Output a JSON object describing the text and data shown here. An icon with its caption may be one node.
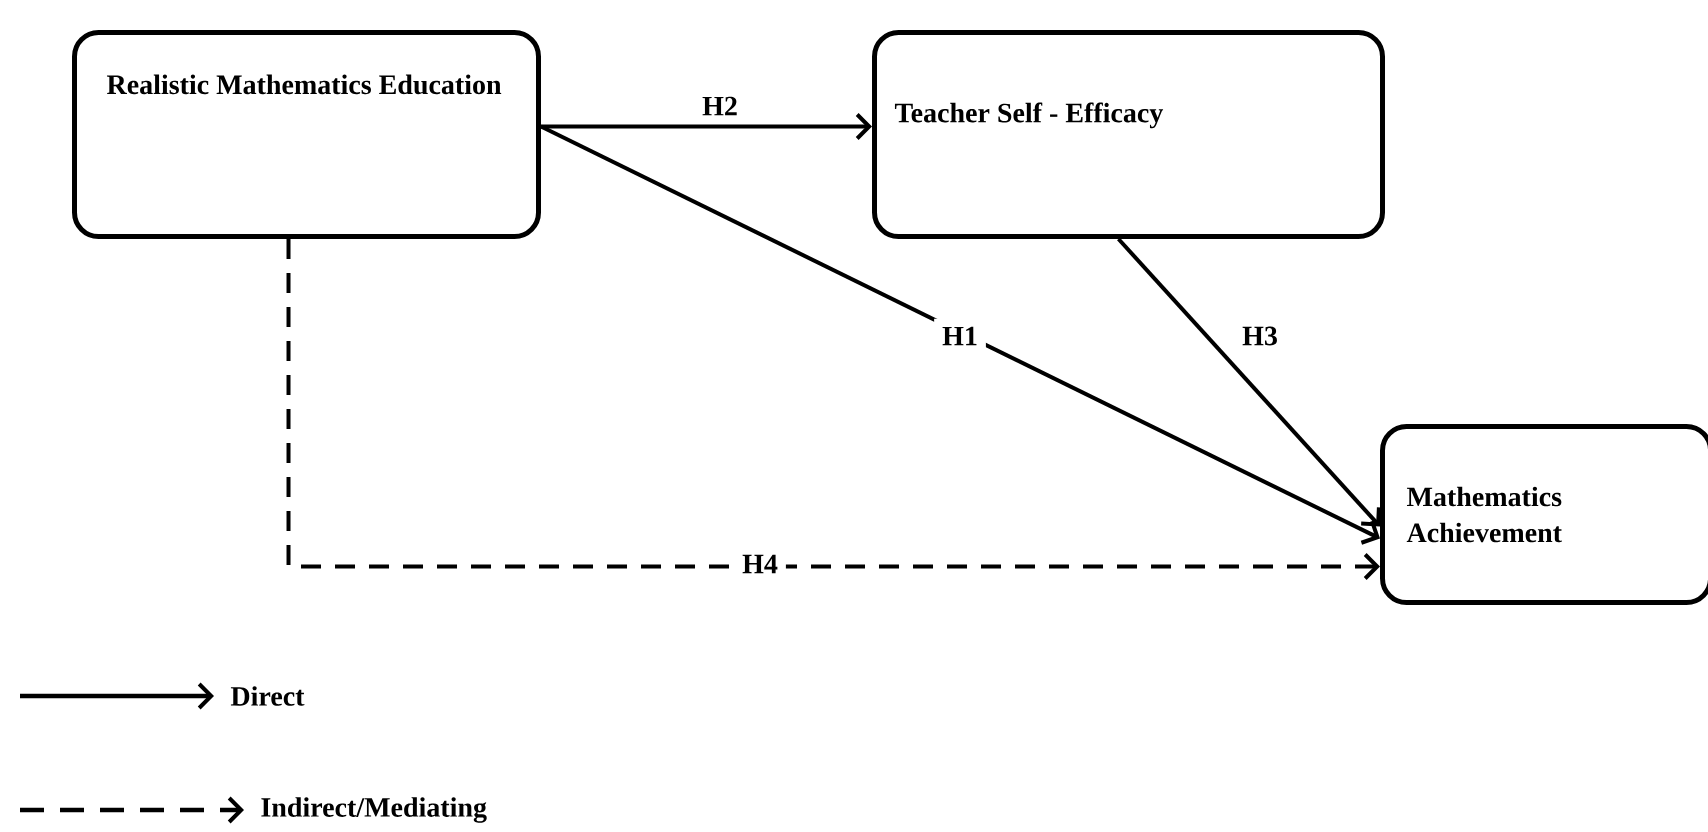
{
  "diagram": {
    "nodes": [
      {
        "text": [
          "Realistic Mathematics Education"
        ]
      },
      {
        "text": [
          "Teacher Self - Efficacy"
        ]
      },
      {
        "text": [
          "Mathematics Achievement"
        ]
      }
    ],
    "edges": [
      {
        "from": 0,
        "to": 1,
        "arrow": "to",
        "label": "H2"
      },
      {
        "from": 0,
        "to": 2,
        "arrow": "to",
        "label": "H1"
      },
      {
        "from": 1,
        "to": 2,
        "arrow": "to",
        "label": "H3"
      },
      {
        "from": 0,
        "to": 2,
        "arrow": "to",
        "label": "H4",
        "style": "dashed"
      }
    ],
    "legend": [
      {
        "text": "Direct"
      },
      {
        "text": "Indirect/Mediating"
      }
    ]
  }
}
